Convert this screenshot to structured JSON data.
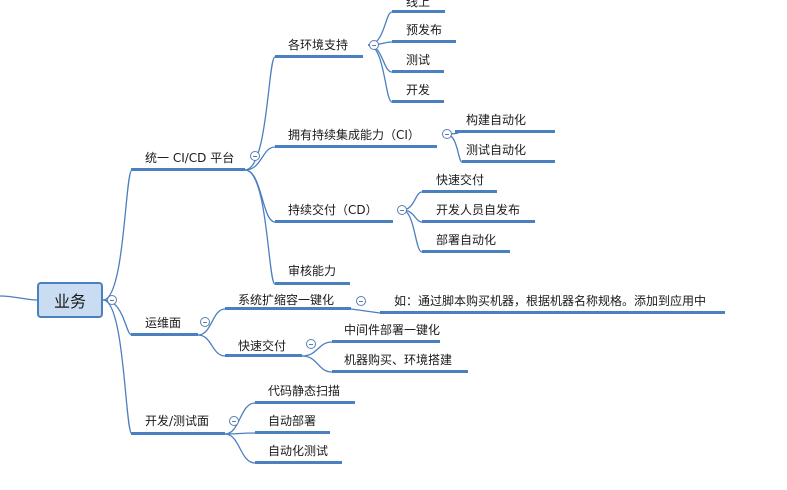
{
  "root": "业务",
  "platform": {
    "label": "统一 CI/CD 平台",
    "env": {
      "label": "各环境支持",
      "items": [
        "线上",
        "预发布",
        "测试",
        "开发"
      ]
    },
    "ci": {
      "label": "拥有持续集成能力（CI）",
      "items": [
        "构建自动化",
        "测试自动化"
      ]
    },
    "cd": {
      "label": "持续交付（CD）",
      "items": [
        "快速交付",
        "开发人员自发布",
        "部署自动化"
      ]
    },
    "audit": "审核能力"
  },
  "ops": {
    "label": "运维面",
    "scale": {
      "label": "系统扩缩容一键化",
      "note": "如：通过脚本购买机器，根据机器名称规格。添加到应用中"
    },
    "delivery": {
      "label": "快速交付",
      "items": [
        "中间件部署一键化",
        "机器购买、环境搭建"
      ]
    }
  },
  "dev": {
    "label": "开发/测试面",
    "items": [
      "代码静态扫描",
      "自动部署",
      "自动化测试"
    ]
  },
  "colors": {
    "line": "#4a80c0",
    "root_fill": "#c9dcf2"
  }
}
